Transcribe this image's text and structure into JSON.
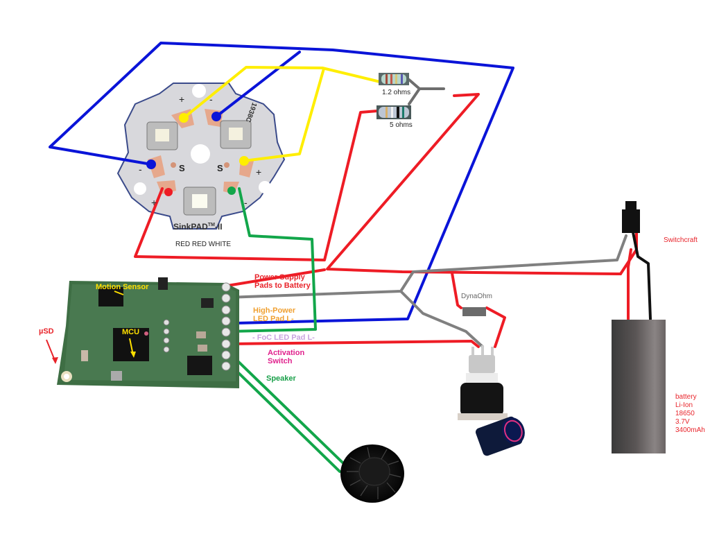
{
  "diagram": {
    "title": "",
    "led_board": {
      "name": "SinkPAD-II",
      "trademark": "TM",
      "suffix": "-II",
      "label": "SinkPAD",
      "caption": "RED RED WHITE",
      "code": "1938C",
      "pad_marks": [
        "+",
        "-",
        "+",
        "-",
        "+",
        "-",
        "S",
        "S"
      ]
    },
    "resistors": [
      {
        "label": "1.2 ohms"
      },
      {
        "label": "5 ohms"
      }
    ],
    "dynaohm": {
      "label": "DynaOhm"
    },
    "controller": {
      "motion_sensor_label": "Motion Sensor",
      "mcu_label": "MCU",
      "usd_label": "µSD"
    },
    "pad_labels": [
      {
        "text_line1": "Power Supply",
        "text_line2": "Pads to Battery",
        "color": "#e8232a"
      },
      {
        "text_line1": "High-Power",
        "text_line2": "LED Pad L-",
        "color": "#f0a030"
      },
      {
        "text_line1": "- FoC LED Pad L-",
        "text_line2": "",
        "color": "#c9a3e0"
      },
      {
        "text_line1": "Activation",
        "text_line2": "Switch",
        "color": "#e0208c"
      },
      {
        "text_line1": "Speaker",
        "text_line2": "",
        "color": "#1aa04a"
      }
    ],
    "switchcraft": {
      "label": "Switchcraft"
    },
    "battery": {
      "lines": [
        "battery",
        "Li-Ion",
        "18650",
        "3.7V",
        "3400mAh"
      ]
    },
    "wire_colors": {
      "red": "#ee1c25",
      "blue": "#0a14d8",
      "yellow": "#ffee00",
      "green": "#12a64a",
      "gray": "#808080",
      "black": "#111111"
    }
  }
}
